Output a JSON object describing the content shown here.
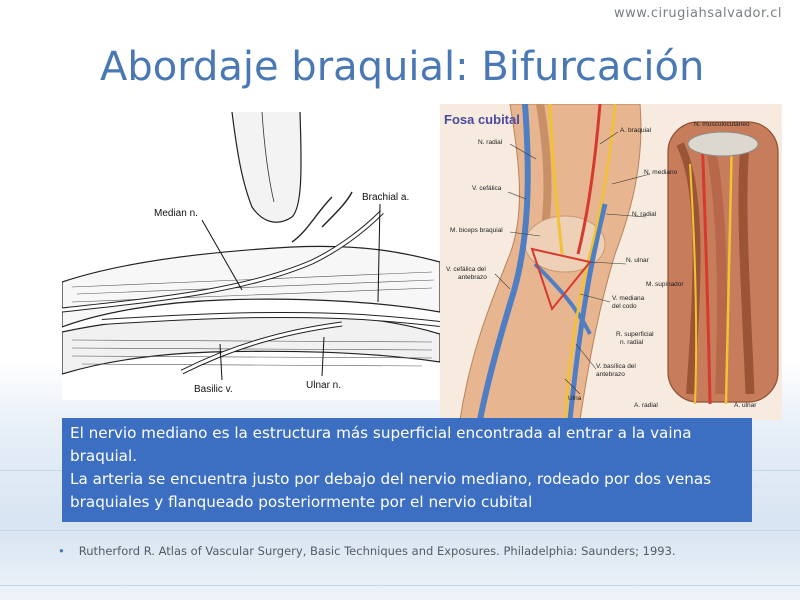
{
  "slide": {
    "site_url": "www.cirugiahsalvador.cl",
    "title": "Abordaje braquial: Bifurcación"
  },
  "left_figure": {
    "labels": {
      "median": "Median n.",
      "brachial": "Brachial a.",
      "basilic": "Basilic v.",
      "ulnar": "Ulnar n."
    }
  },
  "right_figure": {
    "title": "Fosa cubital",
    "labels": {
      "n_radial": "N. radial",
      "v_cefalica": "V. cefálica",
      "m_biceps": "M. biceps braquial",
      "v_cefalica_antebrazo_1": "V. cefálica del",
      "v_cefalica_antebrazo_2": "antebrazo",
      "a_braquial": "A. braquial",
      "n_mediano": "N. mediano",
      "n_radial_2": "N. radial",
      "n_ulnar": "N. ulnar",
      "v_mediana_1": "V. mediana",
      "v_mediana_2": "del codo",
      "v_basilica_1": "V. basílica del",
      "v_basilica_2": "antebrazo",
      "ulna": "Ulna",
      "n_musculocutaneo": "N. musculocutáneo",
      "m_supinador": "M. supinador",
      "r_superficial_1": "R. superficial",
      "r_superficial_2": "n. radial",
      "a_radial": "A. radial",
      "a_ulnar": "A. ulnar"
    }
  },
  "info_box": {
    "line1": "El nervio mediano es la estructura más superficial encontrada al entrar a la vaina braquial.",
    "line2": "La arteria se encuentra justo por debajo del nervio mediano, rodeado por dos venas braquiales y flanqueado posteriormente por el nervio cubital"
  },
  "reference": {
    "bullet": "•",
    "text": "Rutherford R. Atlas of Vascular Surgery, Basic Techniques and Exposures. Philadelphia: Saunders; 1993."
  },
  "colors": {
    "title": "#4a78b4",
    "info_box_bg": "#3c6fc1",
    "vein": "#4f7fc2",
    "nerve": "#f1c232",
    "artery": "#d63a2f"
  }
}
